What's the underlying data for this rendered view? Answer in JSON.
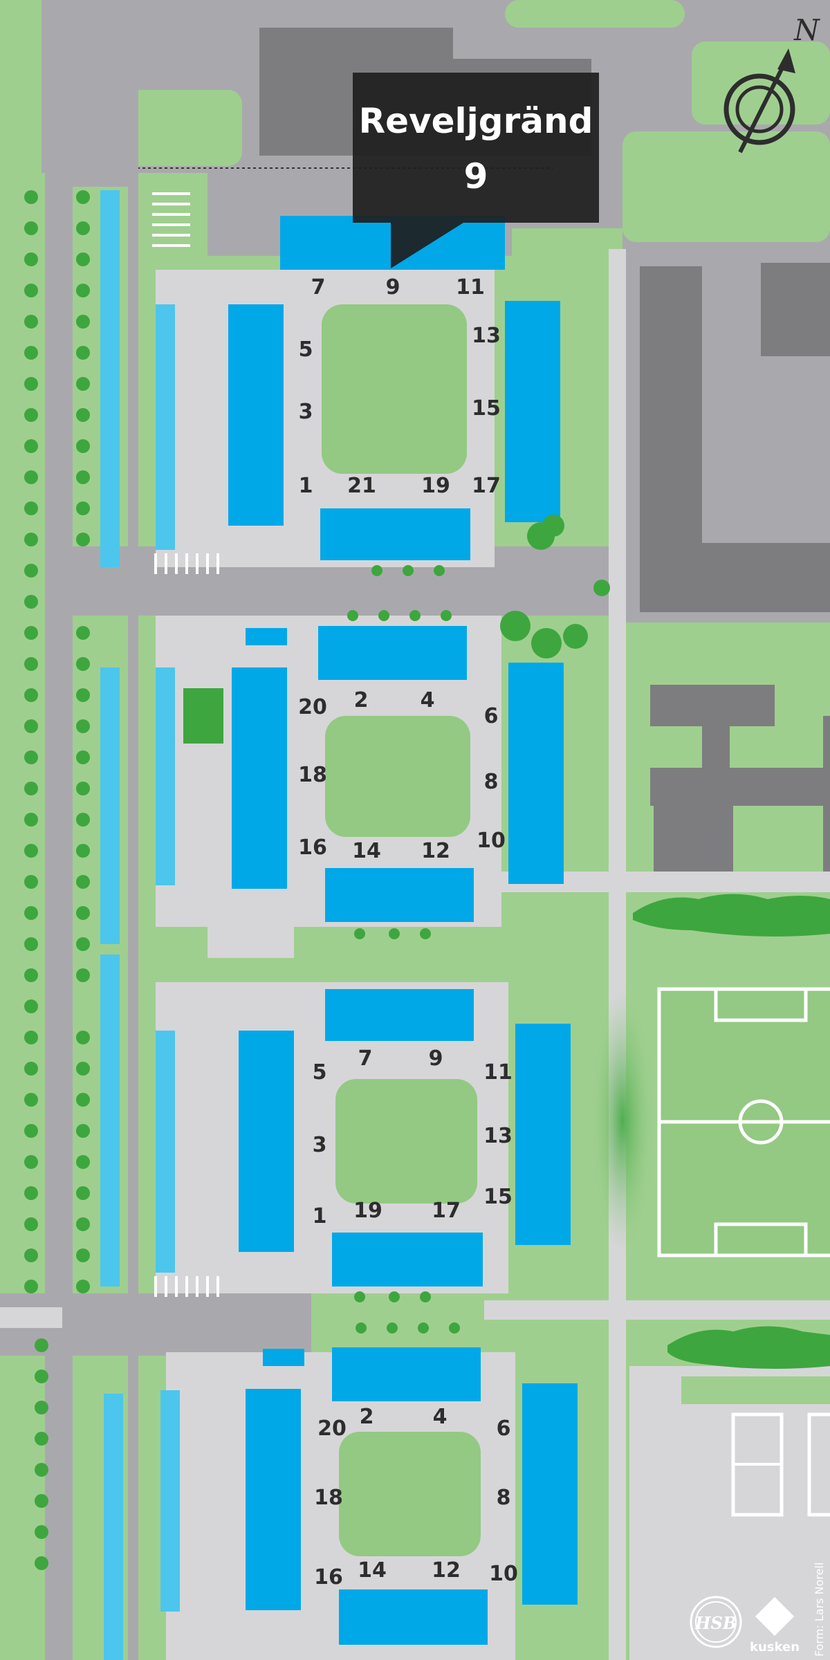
{
  "callout": {
    "street": "Reveljgränd",
    "number": "9"
  },
  "compass": {
    "label": "N"
  },
  "colors": {
    "grass": "#9fcf8f",
    "lawn": "#93c983",
    "road": "#a9a9ad",
    "path": "#d6d6d8",
    "building": "#00a8e8",
    "garage": "#4cc6ec",
    "other_building": "#7d7d7f",
    "tree": "#3ea63e",
    "callout_bg": "#1e1e1e"
  },
  "blocks": [
    {
      "name": "block-1",
      "labels": [
        "7",
        "9",
        "11",
        "13",
        "15",
        "17",
        "19",
        "21",
        "1",
        "3",
        "5"
      ]
    },
    {
      "name": "block-2",
      "labels": [
        "2",
        "4",
        "6",
        "8",
        "10",
        "12",
        "14",
        "16",
        "18",
        "20"
      ]
    },
    {
      "name": "block-3",
      "labels": [
        "7",
        "9",
        "11",
        "13",
        "15",
        "17",
        "19",
        "1",
        "3",
        "5"
      ]
    },
    {
      "name": "block-4",
      "labels": [
        "2",
        "4",
        "6",
        "8",
        "10",
        "12",
        "14",
        "16",
        "18",
        "20"
      ]
    }
  ],
  "credits": {
    "form": "Form: Lars Norell",
    "brand": "kusken",
    "logo": "HSB"
  },
  "icons": [
    "compass-icon",
    "hsb-logo",
    "kusken-logo",
    "tree-icon"
  ]
}
